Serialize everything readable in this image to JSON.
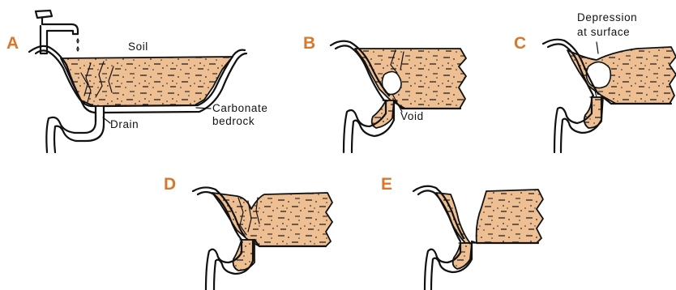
{
  "panels": [
    {
      "letter": "A"
    },
    {
      "letter": "B"
    },
    {
      "letter": "C"
    },
    {
      "letter": "D"
    },
    {
      "letter": "E"
    }
  ],
  "labels": {
    "soil": "Soil",
    "carbonate_line1": "Carbonate",
    "carbonate_line2": "bedrock",
    "drain": "Drain",
    "void": "Void",
    "depression_line1": "Depression",
    "depression_line2": "at surface"
  },
  "colors": {
    "soil_fill": "#eebf92",
    "letter_color": "#d9772b",
    "line_color": "#111111"
  }
}
